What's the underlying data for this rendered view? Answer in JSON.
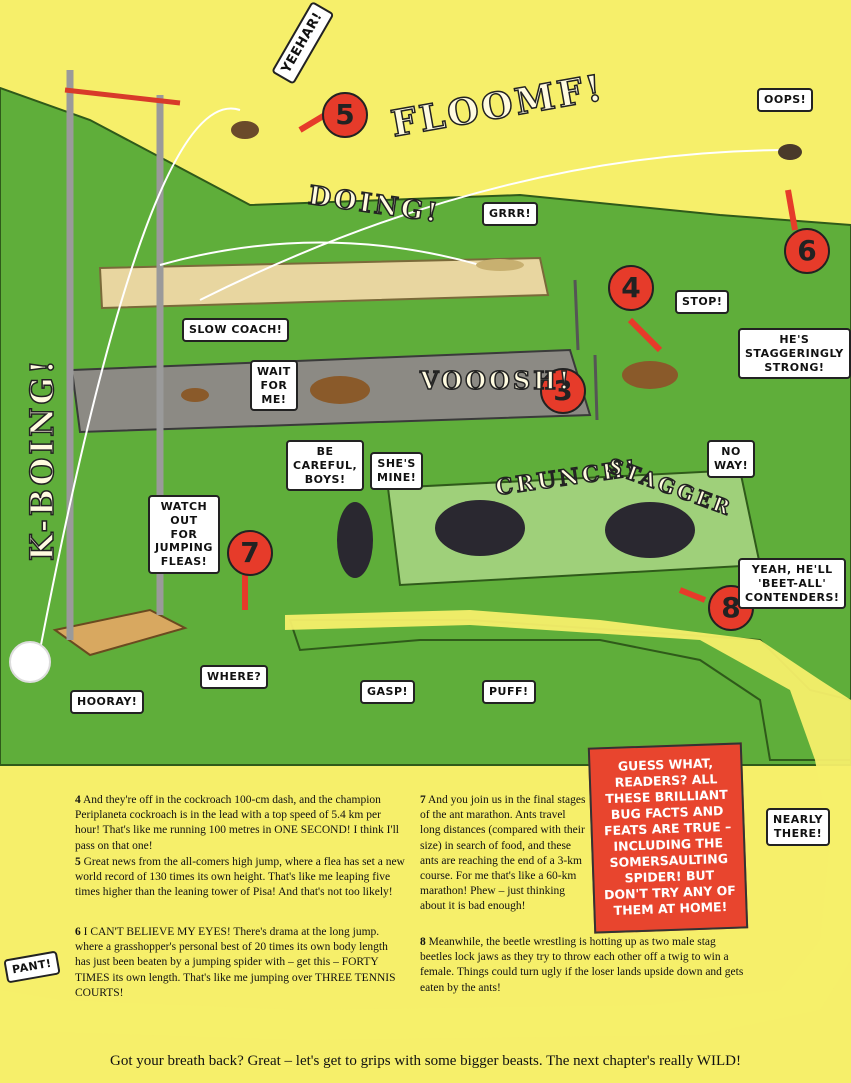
{
  "colors": {
    "background": "#f6ef6a",
    "grass": "#5fae3a",
    "track": "#8c8a84",
    "sand": "#e8d6a0",
    "number_badge": "#e63b2a",
    "sign": "#e8452e"
  },
  "badges": [
    "5",
    "6",
    "4",
    "3",
    "7",
    "8"
  ],
  "sound_effects": {
    "floomf": "FLOOMF!",
    "doing": "DOING!",
    "voooosh": "VOOOSH!",
    "crunch": "CRUNCH!",
    "stagger": "STAGGER",
    "k_boing": "K-BOING!"
  },
  "speech_bubbles": {
    "yeehar": "YEEHAR!",
    "oops": "OOPS!",
    "grrr": "GRRR!",
    "stop": "STOP!",
    "slow_coach": "SLOW COACH!",
    "wait_for_me": "WAIT\nFOR\nME!",
    "hes_staggeringly": "HE'S\nSTAGGERINGLY\nSTRONG!",
    "be_careful": "BE\nCAREFUL,\nBOYS!",
    "shes_mine": "SHE'S\nMINE!",
    "no_way": "NO\nWAY!",
    "watch_out": "WATCH\nOUT\nFOR\nJUMPING\nFLEAS!",
    "where": "WHERE?",
    "yeah_hell": "YEAH, HE'LL\n'BEET-ALL'\nCONTENDERS!",
    "hooray": "HOORAY!",
    "gasp": "GASP!",
    "puff": "PUFF!",
    "nearly_there": "NEARLY\nTHERE!",
    "pant": "PANT!"
  },
  "sign_text": "GUESS WHAT, READERS? ALL THESE BRILLIANT BUG FACTS AND FEATS ARE TRUE – INCLUDING THE SOMERSAULTING SPIDER! BUT DON'T TRY ANY OF THEM AT HOME!",
  "paragraphs": {
    "p4": {
      "number": "4",
      "text": "And they're off in the cockroach 100-cm dash, and the champion Periplaneta cockroach is in the lead with a top speed of 5.4 km per hour! That's like me running 100 metres in ONE SECOND! I think I'll pass on that one!"
    },
    "p5": {
      "number": "5",
      "text": "Great news from the all-comers high jump, where a flea has set a new world record of 130 times its own height. That's like me leaping five times higher than the leaning tower of Pisa! And that's not too likely!"
    },
    "p6": {
      "number": "6",
      "text": "I CAN'T BELIEVE MY EYES! There's drama at the long jump. where a grasshopper's personal best of 20 times its own body length has just been beaten by a jumping spider with – get this – FORTY TIMES its own length. That's like me jumping over THREE TENNIS COURTS!"
    },
    "p7": {
      "number": "7",
      "text": "And you join us in the final stages of the ant marathon. Ants travel long distances (compared with their size) in search of food, and these ants are reaching the end of a 3-km course. For me that's like a 60-km marathon! Phew – just thinking about it is bad enough!"
    },
    "p8": {
      "number": "8",
      "text": "Meanwhile, the beetle wrestling is hotting up as two male stag beetles lock jaws as they try to throw each other off a twig to win a female. Things could turn ugly if the loser lands upside down and gets eaten by the ants!"
    }
  },
  "footer": "Got your breath back? Great – let's get to grips with some bigger beasts. The next chapter's really WILD!"
}
